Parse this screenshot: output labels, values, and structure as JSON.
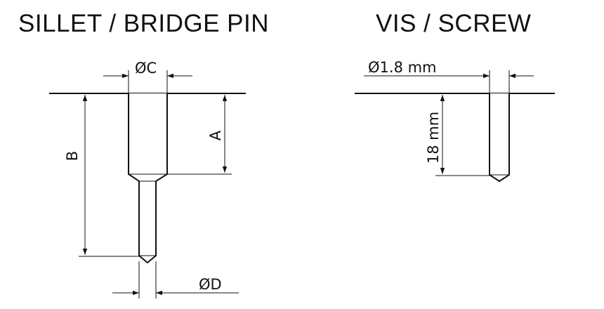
{
  "titles": {
    "left": "SILLET / BRIDGE PIN",
    "right": "VIS / SCREW"
  },
  "labels": {
    "dia_c": "ØC",
    "dia_d": "ØD",
    "dim_a": "A",
    "dim_b": "B",
    "screw_diameter": "Ø1.8 mm",
    "screw_length": "18 mm"
  }
}
